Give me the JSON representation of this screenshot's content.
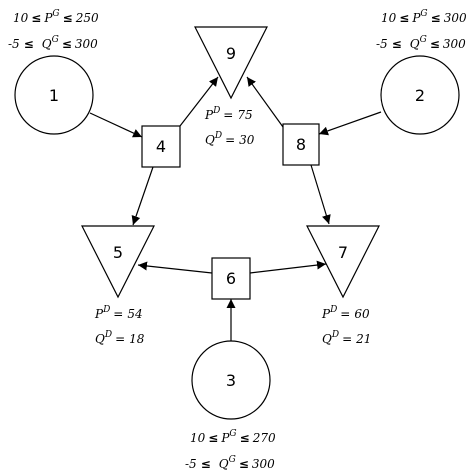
{
  "diagram": {
    "generators": [
      {
        "id": "1",
        "p_min": "10",
        "p_max": "250",
        "q_min": "-5",
        "q_max": "300"
      },
      {
        "id": "2",
        "p_min": "10",
        "p_max": "300",
        "q_min": "-5",
        "q_max": "300"
      },
      {
        "id": "3",
        "p_min": "10",
        "p_max": "270",
        "q_min": "-5",
        "q_max": "300"
      }
    ],
    "buses": [
      {
        "id": "4"
      },
      {
        "id": "6"
      },
      {
        "id": "8"
      }
    ],
    "loads": [
      {
        "id": "5",
        "p": "54",
        "q": "18"
      },
      {
        "id": "7",
        "p": "60",
        "q": "21"
      },
      {
        "id": "9",
        "p": "75",
        "q": "30"
      }
    ],
    "symbols": {
      "leq": "≤",
      "P": "P",
      "Q": "Q",
      "G": "G",
      "D": "D",
      "eq": "="
    }
  }
}
